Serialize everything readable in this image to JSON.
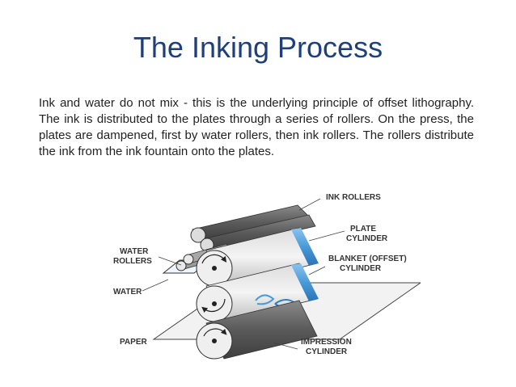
{
  "slide": {
    "title": "The Inking Process",
    "body": "Ink and water do not mix - this is the underlying principle of offset lithography. The ink is distributed to the plates through a series of rollers. On the press, the plates are dampened, first by water rollers, then ink rollers. The rollers distribute the ink from the ink fountain onto the plates."
  },
  "diagram": {
    "labels": {
      "ink_rollers": "INK ROLLERS",
      "plate_1": "PLATE",
      "plate_2": "CYLINDER",
      "blanket_1": "BLANKET (OFFSET)",
      "blanket_2": "CYLINDER",
      "water_rollers_1": "WATER",
      "water_rollers_2": "ROLLERS",
      "water": "WATER",
      "paper": "PAPER",
      "impression_1": "IMPRESSION",
      "impression_2": "CYLINDER"
    },
    "colors": {
      "title": "#1f3f7a",
      "cylinder_blue": "#4a9ad8",
      "roller_gray": "#7a7a7a",
      "ink_dark": "#505050"
    }
  }
}
